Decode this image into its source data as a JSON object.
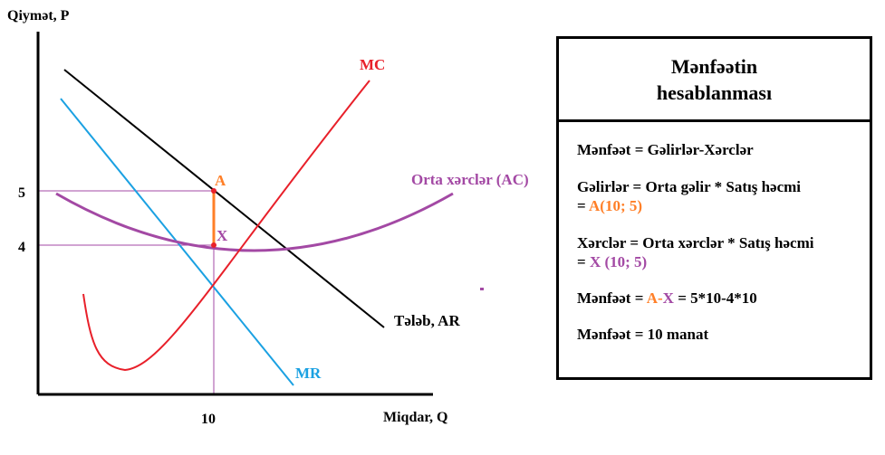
{
  "axes": {
    "y_label": "Qiymət, P",
    "x_label": "Miqdar, Q",
    "y_ticks": [
      "5",
      "4"
    ],
    "x_ticks": [
      "10"
    ]
  },
  "curves": {
    "mc": {
      "label": "MC",
      "color": "#e8202a"
    },
    "ac": {
      "label": "Orta xərclər (AC)",
      "color": "#a349a4"
    },
    "demand": {
      "label": "Tələb, AR",
      "color": "#000000"
    },
    "mr": {
      "label": "MR",
      "color": "#1ba1e2"
    }
  },
  "points": {
    "a": {
      "label": "A",
      "color": "#ff7f27"
    },
    "x": {
      "label": "X",
      "color": "#a349a4"
    }
  },
  "panel": {
    "title": "Mənfəətin hesablanması",
    "line1": "Mənfəət = Gəlirlər-Xərclər",
    "line2a": "Gəlirlər = Orta gəlir * Satış həcmi",
    "line2b_prefix": "= ",
    "line2b_ref": "A(10; 5)",
    "line3a": "Xərclər = Orta xərclər * Satış həcmi",
    "line3b_prefix": "= ",
    "line3b_ref": "X (10; 5)",
    "line4_prefix": "Mənfəət = ",
    "line4_a": "A",
    "line4_dash": "-",
    "line4_x": "X",
    "line4_rest": " = 5*10-4*10",
    "line5": "Mənfəət = 10 manat"
  }
}
